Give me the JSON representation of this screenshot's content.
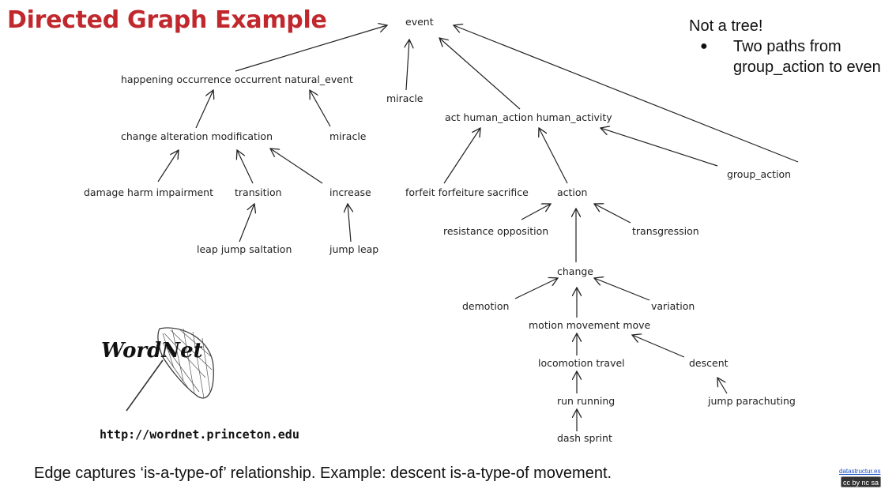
{
  "title": "Directed Graph Example",
  "note": {
    "heading": "Not a tree!",
    "bullet": "Two paths from group_action to event."
  },
  "graph": {
    "nodes": {
      "event": "event",
      "happening": "happening occurrence occurrent natural_event",
      "miracle_top": "miracle",
      "act": "act human_action human_activity",
      "change_alteration": "change alteration modification",
      "miracle_left": "miracle",
      "group_action": "group_action",
      "damage": "damage harm impairment",
      "transition": "transition",
      "increase": "increase",
      "forfeit": "forfeit forfeiture sacrifice",
      "action": "action",
      "leap": "leap jump saltation",
      "jump_leap": "jump leap",
      "resistance": "resistance opposition",
      "transgression": "transgression",
      "change": "change",
      "demotion": "demotion",
      "variation": "variation",
      "motion": "motion movement move",
      "locomotion": "locomotion travel",
      "descent": "descent",
      "run": "run running",
      "jump_parachuting": "jump parachuting",
      "dash": "dash sprint"
    }
  },
  "logo": {
    "text": "WordNet",
    "icon": "butterfly-net-icon"
  },
  "url": "http://wordnet.princeton.edu",
  "caption": "Edge captures ‘is-a-type-of’ relationship. Example: descent is-a-type-of movement.",
  "footer": {
    "link": "datastructur.es",
    "license_badge": "cc by nc sa"
  },
  "colors": {
    "title": "#c0282d",
    "text": "#111111",
    "link": "#1a4ec4"
  }
}
